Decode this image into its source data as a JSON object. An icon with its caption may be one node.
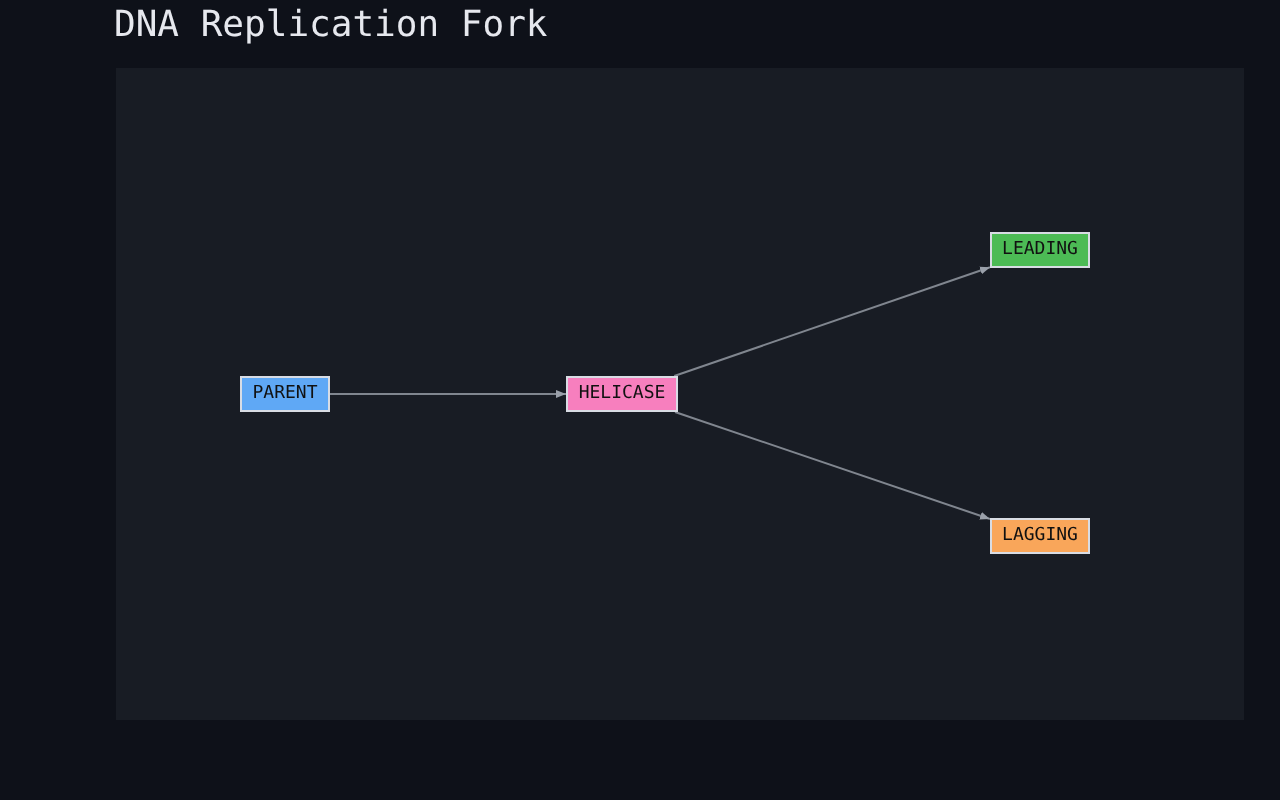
{
  "diagram": {
    "title": "DNA Replication Fork",
    "nodes": [
      {
        "text": [
          "PARENT"
        ]
      },
      {
        "text": [
          "HELICASE"
        ]
      },
      {
        "text": [
          "LEADING"
        ]
      },
      {
        "text": [
          "LAGGING"
        ]
      }
    ],
    "edges": [
      {
        "from": 0,
        "to": 1,
        "arrow": "to"
      },
      {
        "from": 1,
        "to": 2,
        "arrow": "to"
      },
      {
        "from": 1,
        "to": 3,
        "arrow": "to"
      }
    ]
  }
}
